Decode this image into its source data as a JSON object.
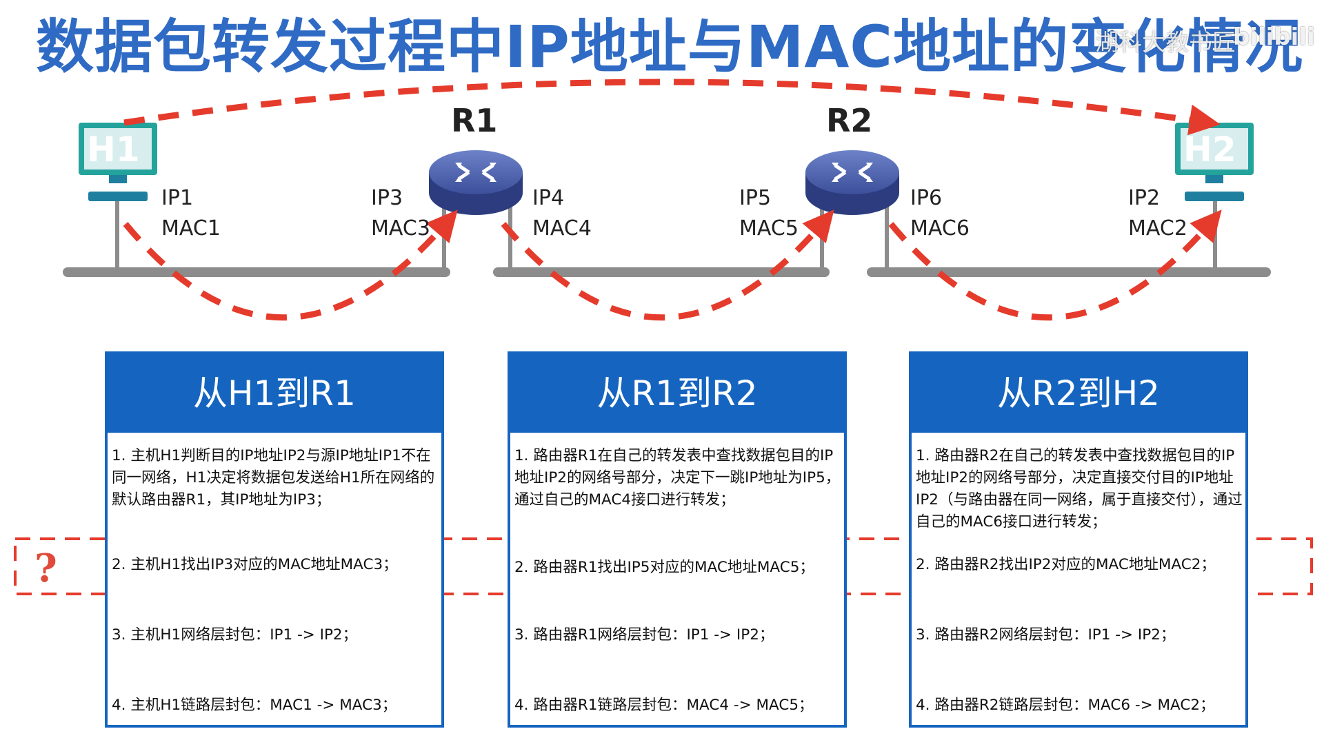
{
  "title": "数据包转发过程中IP地址与MAC地址的变化情况",
  "watermark": "湖科大教书匠",
  "watermark_logo": "bilibili",
  "hosts": {
    "h1": {
      "label": "H1",
      "ip": "IP1",
      "mac": "MAC1"
    },
    "h2": {
      "label": "H2",
      "ip": "IP2",
      "mac": "MAC2"
    }
  },
  "routers": {
    "r1": {
      "label": "R1",
      "left_ip": "IP3",
      "left_mac": "MAC3",
      "right_ip": "IP4",
      "right_mac": "MAC4"
    },
    "r2": {
      "label": "R2",
      "left_ip": "IP5",
      "left_mac": "MAC5",
      "right_ip": "IP6",
      "right_mac": "MAC6"
    }
  },
  "colors": {
    "title": "#2f6bc4",
    "panel": "#1565c0",
    "dash_red": "#e53b2c",
    "router": "#3c4f9a",
    "host_screen": "#23a39b",
    "bus": "#8c8c8c"
  },
  "panels": [
    {
      "title": "从H1到R1",
      "steps": [
        "1. 主机H1判断目的IP地址IP2与源IP地址IP1不在同一网络，H1决定将数据包发送给H1所在网络的默认路由器R1，其IP地址为IP3；",
        "2. 主机H1找出IP3对应的MAC地址MAC3；",
        "3. 主机H1网络层封包：IP1 -> IP2；",
        "4. 主机H1链路层封包：MAC1 -> MAC3；"
      ]
    },
    {
      "title": "从R1到R2",
      "steps": [
        "1. 路由器R1在自己的转发表中查找数据包目的IP地址IP2的网络号部分，决定下一跳IP地址为IP5，通过自己的MAC4接口进行转发；",
        "2. 路由器R1找出IP5对应的MAC地址MAC5；",
        "3. 路由器R1网络层封包：IP1 -> IP2；",
        "4. 路由器R1链路层封包：MAC4 -> MAC5；"
      ]
    },
    {
      "title": "从R2到H2",
      "steps": [
        "1. 路由器R2在自己的转发表中查找数据包目的IP地址IP2的网络号部分，决定直接交付目的IP地址IP2（与路由器在同一网络，属于直接交付），通过自己的MAC6接口进行转发；",
        "2. 路由器R2找出IP2对应的MAC地址MAC2；",
        "3. 路由器R2网络层封包：IP1 -> IP2；",
        "4. 路由器R2链路层封包：MAC6 -> MAC2；"
      ]
    }
  ],
  "question_mark": "?"
}
